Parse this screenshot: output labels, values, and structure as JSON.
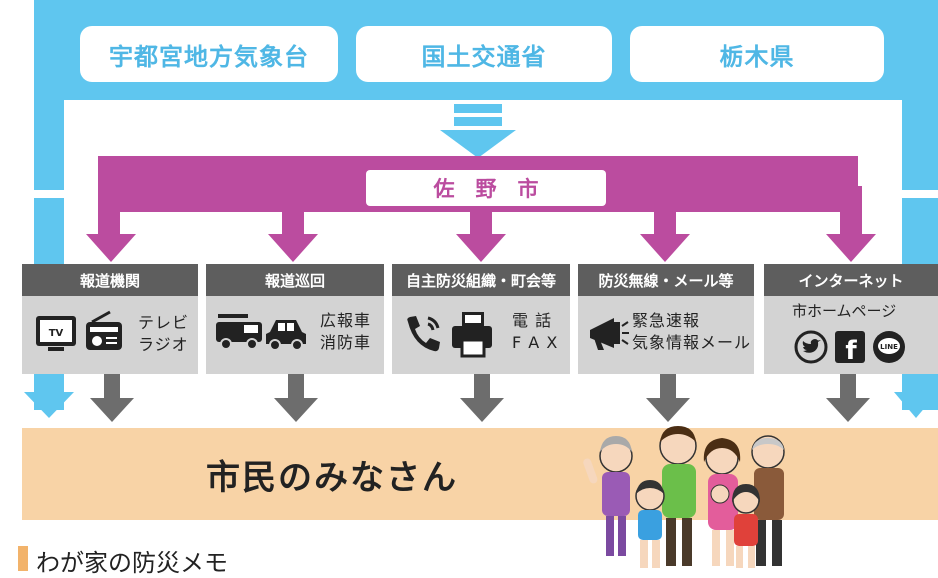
{
  "agencies": [
    "宇都宮地方気象台",
    "国土交通省",
    "栃木県"
  ],
  "city": "佐　野　市",
  "channels": [
    {
      "header": "報道機関",
      "lines": [
        "テレビ",
        "ラジオ"
      ],
      "icons": [
        "tv-icon",
        "radio-icon"
      ]
    },
    {
      "header": "報道巡回",
      "lines": [
        "広報車",
        "消防車"
      ],
      "icons": [
        "fire-truck-icon",
        "car-icon"
      ]
    },
    {
      "header": "自主防災組織・町会等",
      "lines": [
        "電 話",
        "F A X"
      ],
      "icons": [
        "phone-icon",
        "fax-icon"
      ]
    },
    {
      "header": "防災無線・メール等",
      "lines": [
        "緊急速報",
        "気象情報メール"
      ],
      "icons": [
        "megaphone-icon"
      ]
    },
    {
      "header": "インターネット",
      "lines": [
        "市ホームページ"
      ],
      "icons": [
        "twitter-icon",
        "facebook-icon",
        "line-icon"
      ]
    }
  ],
  "citizens": "市民のみなさん",
  "memo": "わが家の防災メモ",
  "logo_text": {
    "line": "LINE",
    "facebook": "f",
    "tv": "TV"
  },
  "colors": {
    "sky": "#5fc6ef",
    "magenta": "#bb4c9f",
    "header_gray": "#5e5e5e",
    "body_gray": "#d3d3d3",
    "peach": "#f8d3a6"
  }
}
